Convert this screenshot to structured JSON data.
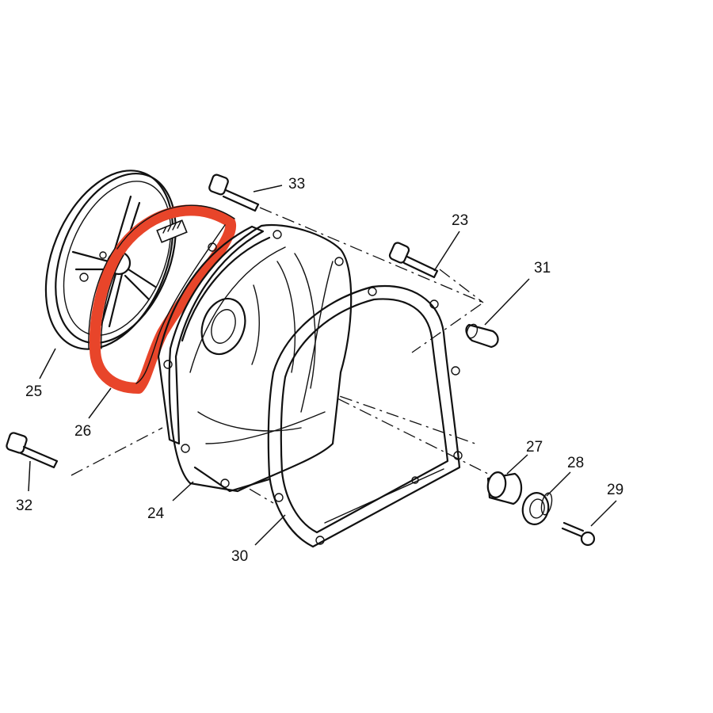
{
  "diagram": {
    "highlight_color": "#e8452a",
    "line_color": "#111111",
    "callouts": [
      {
        "id": "c23",
        "label": "23"
      },
      {
        "id": "c24",
        "label": "24"
      },
      {
        "id": "c25",
        "label": "25"
      },
      {
        "id": "c26",
        "label": "26"
      },
      {
        "id": "c27",
        "label": "27"
      },
      {
        "id": "c28",
        "label": "28"
      },
      {
        "id": "c29",
        "label": "29"
      },
      {
        "id": "c30",
        "label": "30"
      },
      {
        "id": "c31",
        "label": "31"
      },
      {
        "id": "c32",
        "label": "32"
      },
      {
        "id": "c33",
        "label": "33"
      }
    ]
  }
}
